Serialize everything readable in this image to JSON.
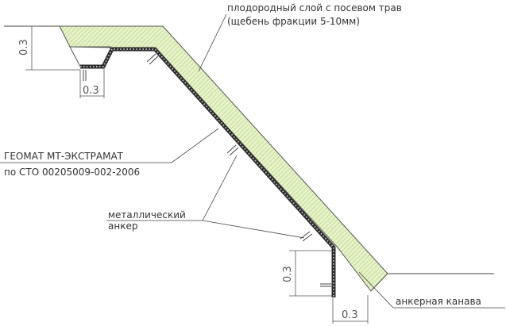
{
  "labels": {
    "fertile_layer_line1": "плодородный слой с посевом трав",
    "fertile_layer_line2": "(щебень фракции 5-10мм)",
    "geomat_line1": "ГЕОМАТ МТ-ЭКСТРАМАТ",
    "geomat_line2": "по СТО 00205009-002-2006",
    "anchor_line1": "металлический",
    "anchor_line2": "анкер",
    "trench": "анкерная канава"
  },
  "dimensions": {
    "top_depth": "0.3",
    "top_width": "0.3",
    "bottom_depth": "0.3",
    "bottom_width": "0.3"
  },
  "colors": {
    "fill_green": "#e3f0c4",
    "hatch": "#b9d58a",
    "geomat": "#333333",
    "line": "#444444"
  }
}
